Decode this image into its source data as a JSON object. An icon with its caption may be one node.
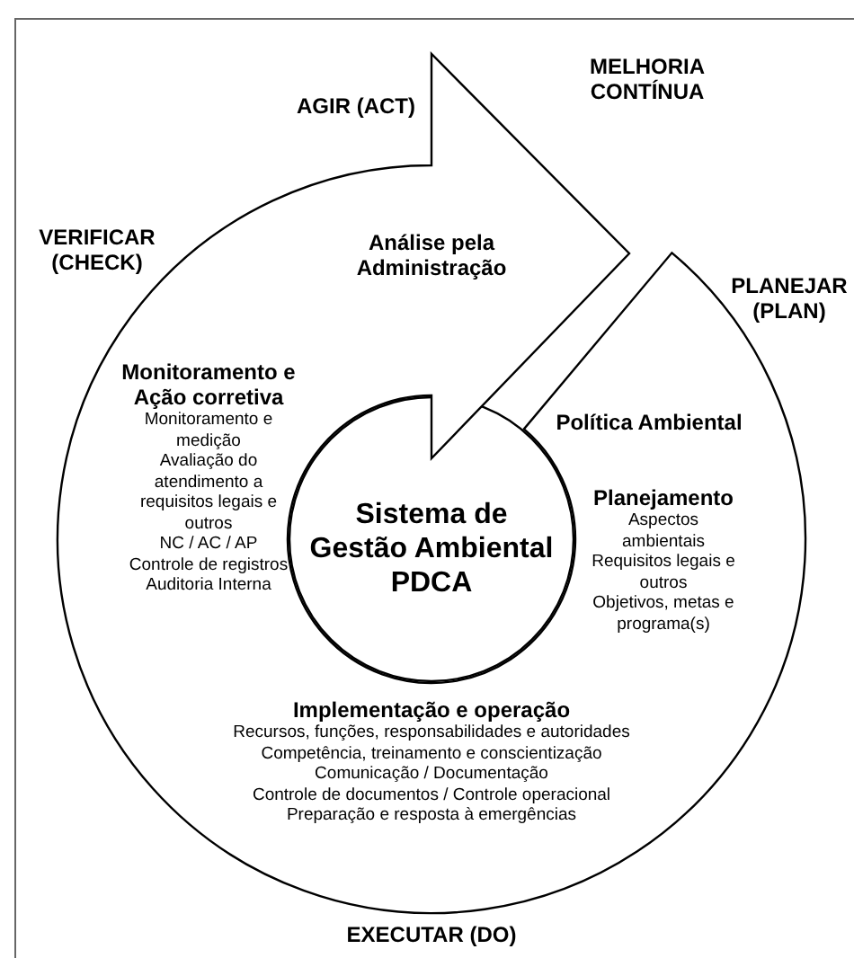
{
  "diagram": {
    "nodes": [
      {
        "text": [
          "Análise pela Administração",
          "Monitoramento e Ação corretiva",
          "Monitoramento e medição",
          "Avaliação do atendimento a requisitos legais e outros",
          "NC / AC / AP",
          "Controle de registros",
          "Auditoria Interna",
          "Política Ambiental",
          "Planejamento",
          "Aspectos ambientais",
          "Requisitos legais e outros",
          "Objetivos, metas e programa(s)",
          "Implementação e operação",
          "Recursos, funções, responsabilidades e autoridades",
          "Competência, treinamento e conscientização",
          "Comunicação / Documentação",
          "Controle de documentos / Controle operacional",
          "Preparação e resposta à emergências"
        ]
      },
      {
        "text": [
          "Sistema de Gestão Ambiental PDCA"
        ]
      }
    ],
    "labels": [
      "AGIR (ACT)",
      "MELHORIA CONTÍNUA",
      "VERIFICAR (CHECK)",
      "PLANEJAR (PLAN)",
      "EXECUTAR (DO)"
    ]
  }
}
